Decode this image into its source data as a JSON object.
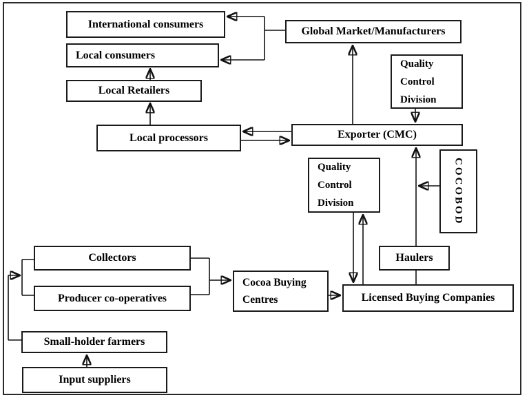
{
  "diagram_title": "Cocoa marketing chain flow diagram",
  "colors": {
    "background": "#ffffff",
    "box_border": "#1a1a1a",
    "line": "#111111",
    "text": "#000000"
  },
  "boxes": {
    "international_consumers": {
      "label": "International consumers"
    },
    "local_consumers": {
      "label": "Local consumers"
    },
    "local_retailers": {
      "label": "Local Retailers"
    },
    "global_market_manufacturers": {
      "label": "Global Market/Manufacturers"
    },
    "quality_control_division_top": {
      "lines": [
        "Quality",
        "Control",
        "Division"
      ]
    },
    "exporter_cmc": {
      "label": "Exporter (CMC)"
    },
    "local_processors": {
      "label": "Local processors"
    },
    "quality_control_division_mid": {
      "lines": [
        "Quality",
        "Control",
        "Division"
      ]
    },
    "cocobod": {
      "label": "COCOBOD"
    },
    "haulers": {
      "label": "Haulers"
    },
    "cocoa_buying_centres": {
      "lines": [
        "Cocoa Buying",
        "Centres"
      ]
    },
    "licensed_buying_companies": {
      "label": "Licensed Buying Companies"
    },
    "collectors": {
      "label": "Collectors"
    },
    "producer_cooperatives": {
      "label": "Producer co-operatives"
    },
    "small_holder_farmers": {
      "label": "Small-holder farmers"
    },
    "input_suppliers": {
      "label": "Input suppliers"
    }
  },
  "edges": [
    {
      "from": "Exporter (CMC)",
      "to": "Global Market/Manufacturers",
      "arrow": "to"
    },
    {
      "from": "Global Market/Manufacturers",
      "to": "International consumers",
      "arrow": "to"
    },
    {
      "from": "Global Market/Manufacturers",
      "to": "Local consumers",
      "arrow": "to"
    },
    {
      "from": "Local Retailers",
      "to": "Local consumers",
      "arrow": "to"
    },
    {
      "from": "Local processors",
      "to": "Local Retailers",
      "arrow": "to"
    },
    {
      "from": "Exporter (CMC)",
      "to": "Local processors",
      "arrow": "to"
    },
    {
      "from": "Local processors",
      "to": "Exporter (CMC)",
      "arrow": "to"
    },
    {
      "from": "Quality Control Division (top)",
      "to": "Exporter (CMC)",
      "arrow": "to"
    },
    {
      "from": "Haulers",
      "to": "Exporter (CMC)",
      "arrow": "to"
    },
    {
      "from": "Haulers",
      "to": "Licensed Buying Companies",
      "arrow": "none"
    },
    {
      "from": "COCOBOD",
      "to": "Haulers-Exporter channel",
      "arrow": "to"
    },
    {
      "from": "Quality Control Division (middle)",
      "to": "Licensed Buying Companies",
      "arrow": "to"
    },
    {
      "from": "Licensed Buying Companies",
      "to": "Quality Control Division (middle)",
      "arrow": "to"
    },
    {
      "from": "Cocoa Buying Centres",
      "to": "Licensed Buying Companies",
      "arrow": "to"
    },
    {
      "from": "Collectors & Producer co-operatives",
      "to": "Cocoa Buying Centres",
      "arrow": "to"
    },
    {
      "from": "Small-holder farmers",
      "to": "Collectors & Producer co-operatives",
      "arrow": "to"
    },
    {
      "from": "Input suppliers",
      "to": "Small-holder farmers",
      "arrow": "to"
    }
  ]
}
